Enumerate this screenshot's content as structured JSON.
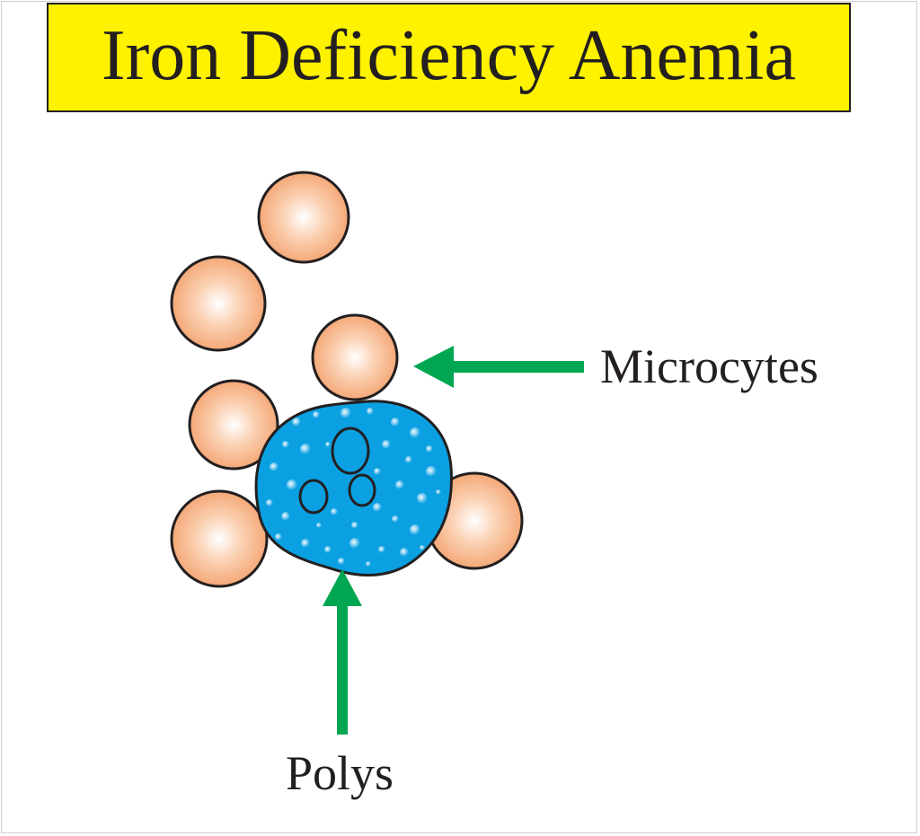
{
  "title": "Iron Deficiency Anemia",
  "labels": {
    "microcytes": "Microcytes",
    "polys": "Polys"
  },
  "colors": {
    "title_background": "#fff200",
    "microcyte_fill": "#f7b487",
    "microcyte_highlight": "#ffffff",
    "poly_fill": "#0aa0e2",
    "arrow": "#00a651",
    "outline": "#231f20",
    "text": "#231f20"
  },
  "icons": {
    "microcyte": "red-blood-cell-microcyte",
    "poly": "neutrophil-polymorphonuclear-cell",
    "pointer": "arrow"
  }
}
